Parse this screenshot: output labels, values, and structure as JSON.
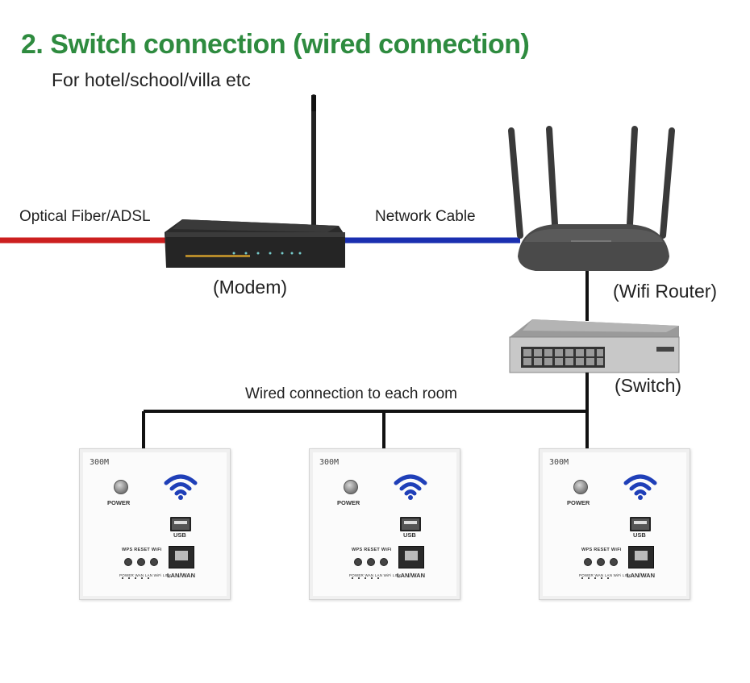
{
  "header": {
    "title": "2. Switch connection (wired connection)",
    "subtitle": "For hotel/school/villa etc"
  },
  "labels": {
    "optical": "Optical Fiber/ADSL",
    "network_cable": "Network Cable",
    "modem": "(Modem)",
    "router": "(Wifi Router)",
    "switch": "(Switch)",
    "wired": "Wired connection to each room"
  },
  "panels": [
    {
      "model": "300M",
      "power": "POWER",
      "usb": "USB",
      "buttons": "WPS  RESET  WiFi",
      "leds": "POWER WAN LAN WiFi LINK",
      "port": "LAN/WAN"
    },
    {
      "model": "300M",
      "power": "POWER",
      "usb": "USB",
      "buttons": "WPS  RESET  WiFi",
      "leds": "POWER WAN LAN WiFi LINK",
      "port": "LAN/WAN"
    },
    {
      "model": "300M",
      "power": "POWER",
      "usb": "USB",
      "buttons": "WPS  RESET  WiFi",
      "leds": "POWER WAN LAN WiFi LINK",
      "port": "LAN/WAN"
    }
  ],
  "colors": {
    "title": "#2e8b3f",
    "fiber_cable": "#cc1f1f",
    "network_cable": "#1a2fb0",
    "wire": "#111111",
    "wifi_icon": "#1f3fb8"
  }
}
